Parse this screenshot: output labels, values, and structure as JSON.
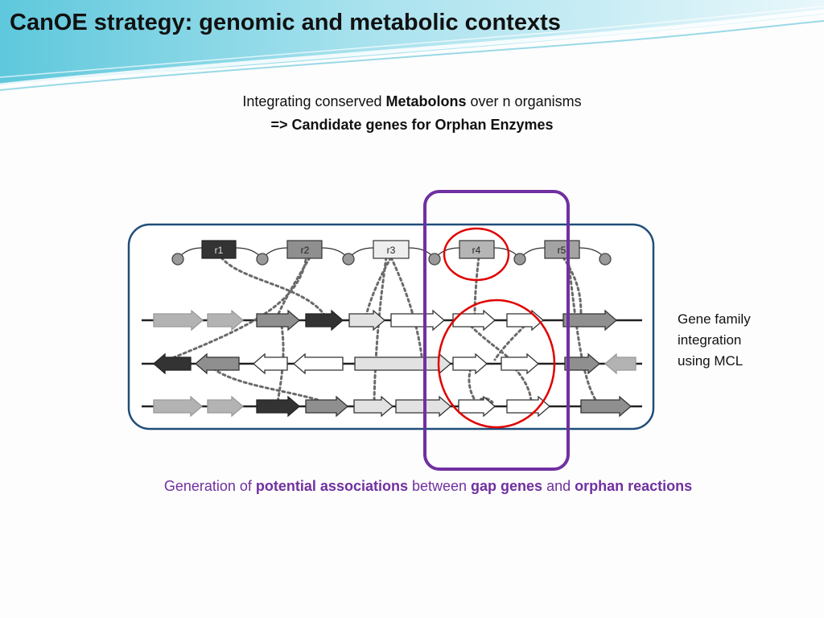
{
  "title": "CanOE strategy: genomic and metabolic contexts",
  "subtitle": {
    "line1_pre": "Integrating conserved ",
    "line1_bold": "Metabolons",
    "line1_post": " over n organisms",
    "line2": "=> Candidate genes for Orphan Enzymes"
  },
  "side_note": {
    "line1": "Gene family",
    "line2": "integration",
    "line3": "using MCL"
  },
  "caption": {
    "part1": "Generation of ",
    "part2": "potential associations",
    "part3": " between ",
    "part4": "gap genes",
    "part5": " and ",
    "part6": "orphan reactions"
  },
  "diagram": {
    "reactions": [
      {
        "label": "r1",
        "shade": "dark"
      },
      {
        "label": "r2",
        "shade": "mid"
      },
      {
        "label": "r3",
        "shade": "light"
      },
      {
        "label": "r4",
        "shade": "mid"
      },
      {
        "label": "r5",
        "shade": "mid"
      }
    ],
    "colors": {
      "box_border": "#1f4e79",
      "purple": "#7030a0",
      "red": "#e00000",
      "gene_dark": "#333333",
      "gene_mid": "#8f8f8f",
      "gene_light": "#e2e2e2",
      "gene_white": "#ffffff",
      "gene_faded": "#b3b3b3",
      "metabolite": "#9a9a9a"
    }
  }
}
